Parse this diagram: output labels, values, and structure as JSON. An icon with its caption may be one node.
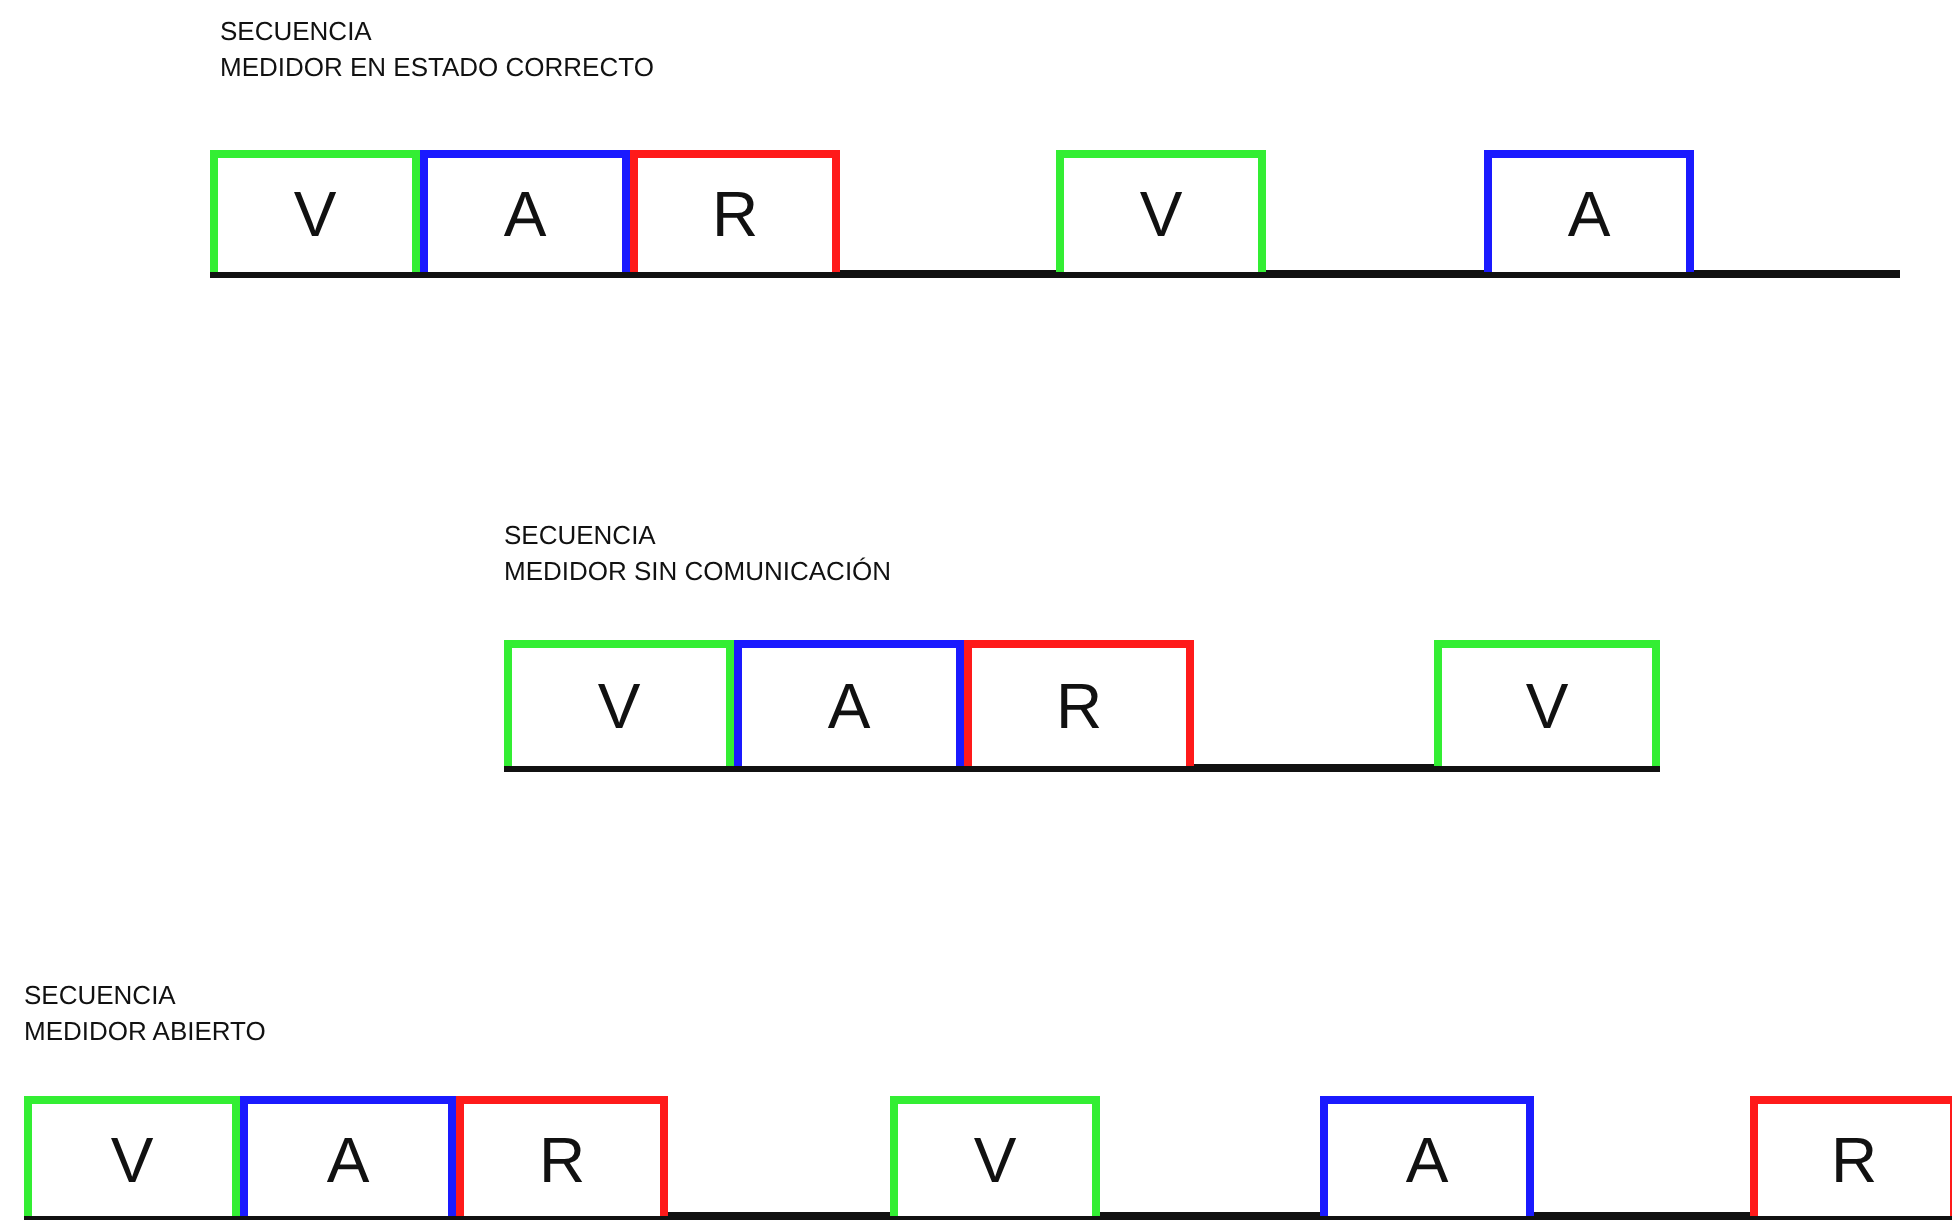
{
  "diagram": {
    "nodes": [
      {
        "text": [
          "V"
        ]
      },
      {
        "text": [
          "A"
        ]
      },
      {
        "text": [
          "R"
        ]
      },
      {
        "text": [
          "V"
        ]
      },
      {
        "text": [
          "A"
        ]
      },
      {
        "text": [
          "V"
        ]
      },
      {
        "text": [
          "A"
        ]
      },
      {
        "text": [
          "R"
        ]
      },
      {
        "text": [
          "V"
        ]
      },
      {
        "text": [
          "V"
        ]
      },
      {
        "text": [
          "A"
        ]
      },
      {
        "text": [
          "R"
        ]
      },
      {
        "text": [
          "V"
        ]
      },
      {
        "text": [
          "A"
        ]
      },
      {
        "text": [
          "R"
        ]
      }
    ],
    "labels": [
      "SECUENCIA",
      "MEDIDOR EN ESTADO CORRECTO",
      "SECUENCIA",
      "MEDIDOR SIN COMUNICACIÓN",
      "SECUENCIA",
      "MEDIDOR ABIERTO"
    ]
  }
}
